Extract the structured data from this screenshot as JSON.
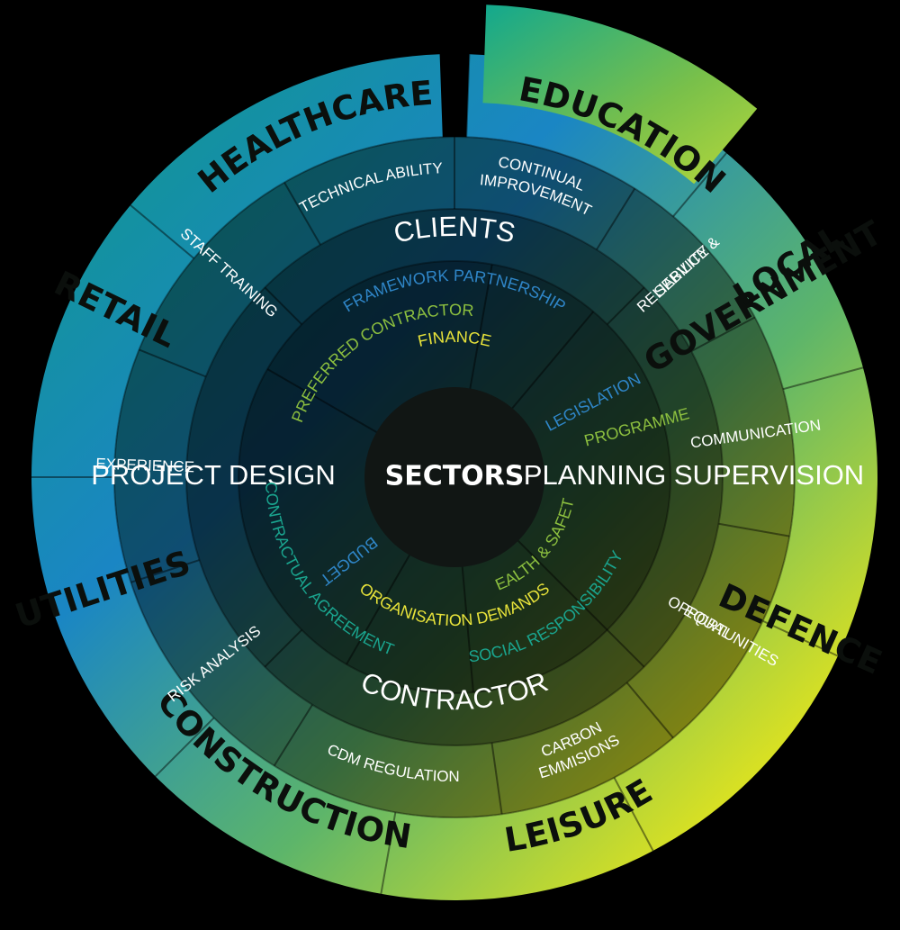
{
  "center": {
    "label": "SECTORS"
  },
  "sectors": [
    {
      "key": "healthcare",
      "label": "HEALTHCARE"
    },
    {
      "key": "education",
      "label": "EDUCATION"
    },
    {
      "key": "local_government_line1",
      "label": "LOCAL"
    },
    {
      "key": "local_government_line2",
      "label": "GOVERNMENT"
    },
    {
      "key": "defence",
      "label": "DEFENCE"
    },
    {
      "key": "leisure",
      "label": "LEISURE"
    },
    {
      "key": "construction",
      "label": "CONSTRUCTION"
    },
    {
      "key": "utilities",
      "label": "UTILITIES"
    },
    {
      "key": "retail",
      "label": "RETAIL"
    }
  ],
  "values": [
    {
      "key": "technical_ability",
      "label": "TECHNICAL ABILITY"
    },
    {
      "key": "continual_improvement_1",
      "label": "CONTINUAL"
    },
    {
      "key": "continual_improvement_2",
      "label": "IMPROVEMENT"
    },
    {
      "key": "service_reliability_1",
      "label": "SERVICE &"
    },
    {
      "key": "service_reliability_2",
      "label": "RELIABILITY"
    },
    {
      "key": "communication",
      "label": "COMMUNICATION"
    },
    {
      "key": "equal_opportunities_1",
      "label": "EQUAL"
    },
    {
      "key": "equal_opportunities_2",
      "label": "OPPORTUNITIES"
    },
    {
      "key": "carbon_emissions_1",
      "label": "CARBON"
    },
    {
      "key": "carbon_emissions_2",
      "label": "EMMISIONS"
    },
    {
      "key": "cdm_regulation",
      "label": "CDM REGULATION"
    },
    {
      "key": "risk_analysis",
      "label": "RISK ANALYSIS"
    },
    {
      "key": "experience",
      "label": "EXPERIENCE"
    },
    {
      "key": "staff_training",
      "label": "STAFF TRAINING"
    }
  ],
  "stakeholders": [
    {
      "key": "clients",
      "label": "CLIENTS"
    },
    {
      "key": "planning_supervision",
      "label": "PLANNING SUPERVISION"
    },
    {
      "key": "contractor",
      "label": "CONTRACTOR"
    },
    {
      "key": "project_design",
      "label": "PROJECT DESIGN"
    }
  ],
  "factors": [
    {
      "key": "framework_partnership",
      "label": "FRAMEWORK PARTNERSHIP",
      "color": "#2f86c8"
    },
    {
      "key": "preferred_contractor",
      "label": "PREFERRED CONTRACTOR",
      "color": "#8cbf3f"
    },
    {
      "key": "finance",
      "label": "FINANCE",
      "color": "#e8e33a"
    },
    {
      "key": "legislation",
      "label": "LEGISLATION",
      "color": "#2f86c8"
    },
    {
      "key": "programme",
      "label": "PROGRAMME",
      "color": "#8cbf3f"
    },
    {
      "key": "health_safety",
      "label": "HEALTH & SAFETY",
      "color": "#8cbf3f"
    },
    {
      "key": "social_responsibility",
      "label": "SOCIAL RESPONSIBILITY",
      "color": "#1aa58f"
    },
    {
      "key": "organisation_demands",
      "label": "ORGANISATION DEMANDS",
      "color": "#e8e33a"
    },
    {
      "key": "contractual_agreement",
      "label": "CONTRACTUAL AGREEMENT",
      "color": "#1aa58f"
    },
    {
      "key": "budget",
      "label": "BUDGET",
      "color": "#2f86c8"
    }
  ],
  "colors": {
    "background": "#000000",
    "teal": "#12a88e",
    "blue": "#1582c8",
    "green": "#8cc63f",
    "yellow": "#f3ea10",
    "label_dark": "#0b0f0c",
    "label_light": "#ffffff"
  }
}
